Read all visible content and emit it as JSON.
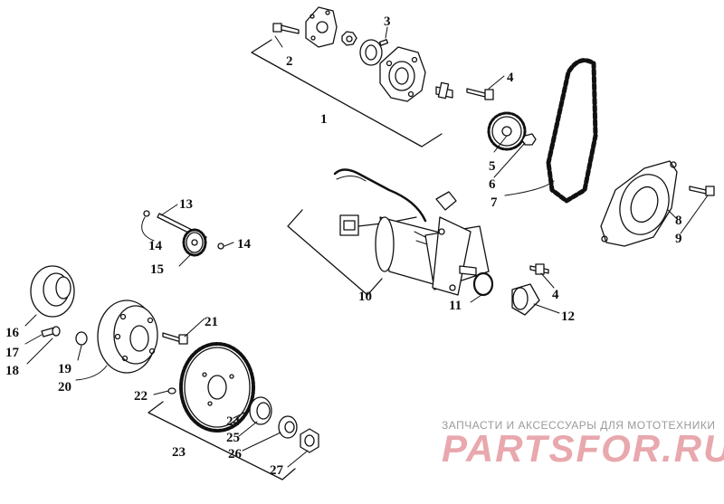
{
  "callouts": [
    {
      "id": "1",
      "text": "1"
    },
    {
      "id": "2",
      "text": "2"
    },
    {
      "id": "3",
      "text": "3"
    },
    {
      "id": "4a",
      "text": "4"
    },
    {
      "id": "5",
      "text": "5"
    },
    {
      "id": "6",
      "text": "6"
    },
    {
      "id": "7",
      "text": "7"
    },
    {
      "id": "8",
      "text": "8"
    },
    {
      "id": "9",
      "text": "9"
    },
    {
      "id": "10",
      "text": "10"
    },
    {
      "id": "11",
      "text": "11"
    },
    {
      "id": "4b",
      "text": "4"
    },
    {
      "id": "12",
      "text": "12"
    },
    {
      "id": "13",
      "text": "13"
    },
    {
      "id": "14a",
      "text": "14"
    },
    {
      "id": "14b",
      "text": "14"
    },
    {
      "id": "15",
      "text": "15"
    },
    {
      "id": "16",
      "text": "16"
    },
    {
      "id": "17",
      "text": "17"
    },
    {
      "id": "18",
      "text": "18"
    },
    {
      "id": "19",
      "text": "19"
    },
    {
      "id": "20",
      "text": "20"
    },
    {
      "id": "21",
      "text": "21"
    },
    {
      "id": "22",
      "text": "22"
    },
    {
      "id": "23",
      "text": "23"
    },
    {
      "id": "24",
      "text": "24"
    },
    {
      "id": "25",
      "text": "25"
    },
    {
      "id": "26",
      "text": "26"
    },
    {
      "id": "27",
      "text": "27"
    }
  ],
  "watermark": {
    "tagline": "ЗАПЧАСТИ И АКСЕССУАРЫ ДЛЯ МОТОТЕХНИКИ",
    "logo": "PARTSFOR.RU"
  },
  "colors": {
    "line": "#111111",
    "watermark_logo": "#e8a8ad",
    "watermark_text": "#9a9a9a"
  }
}
